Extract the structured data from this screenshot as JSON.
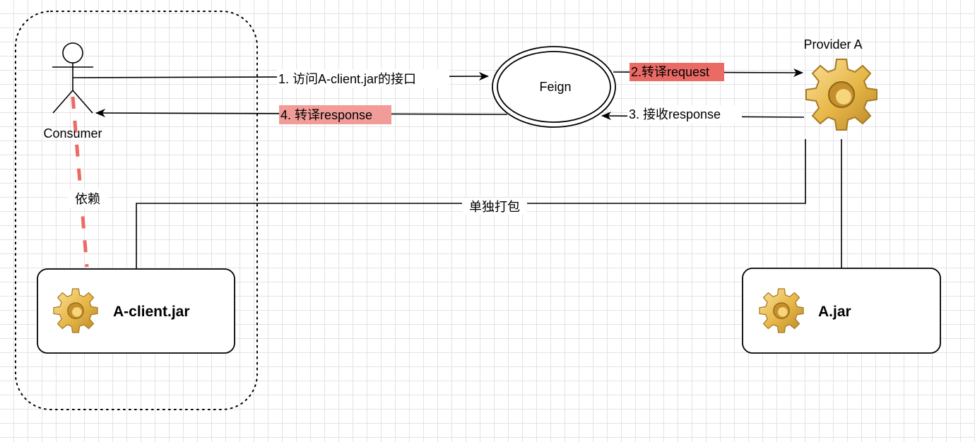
{
  "nodes": {
    "consumer": "Consumer",
    "feign": "Feign",
    "provider": "Provider A",
    "client_jar": "A-client.jar",
    "a_jar": "A.jar"
  },
  "edges": {
    "step1": "1. 访问A-client.jar的接口",
    "step2": "2.转译request",
    "step3": "3. 接收response",
    "step4": "4. 转译response",
    "package": "单独打包",
    "depends": "依赖"
  },
  "colors": {
    "highlight": "#ea6b66",
    "highlight_light": "#f19c99",
    "line": "#000000",
    "gear": "#e9b949"
  }
}
